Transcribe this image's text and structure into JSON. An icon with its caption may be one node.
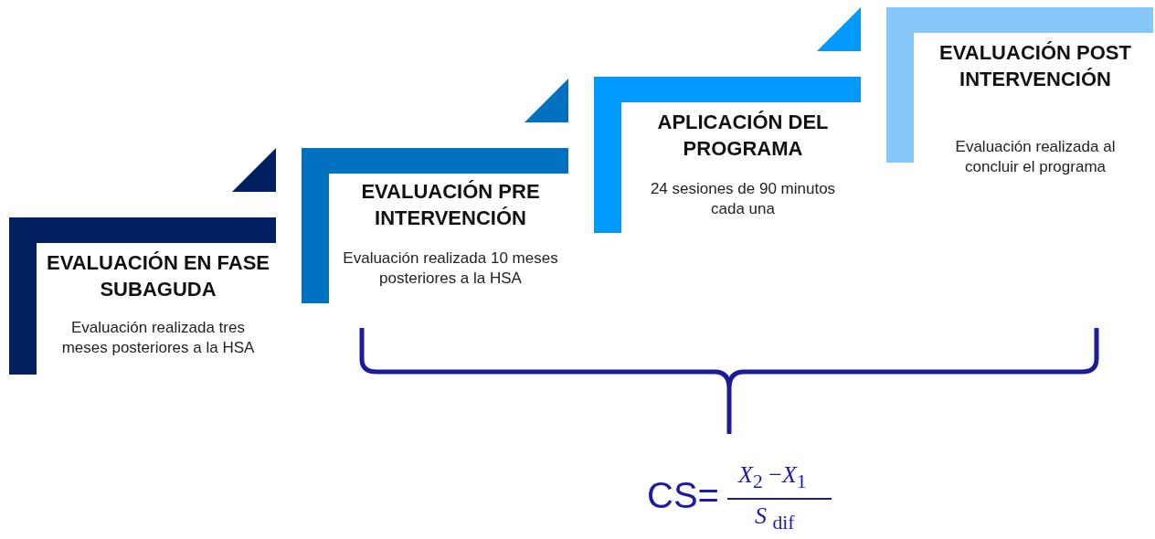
{
  "diagram": {
    "nodes": [
      {
        "text": [
          "EVALUACIÓN EN FASE SUBAGUDA",
          "Evaluación realizada tres meses posteriores a la HSA"
        ]
      },
      {
        "text": [
          "EVALUACIÓN PRE INTERVENCIÓN",
          "Evaluación realizada 10 meses posteriores a la HSA"
        ]
      },
      {
        "text": [
          "APLICACIÓN DEL PROGRAMA",
          "24 sesiones de 90 minutos cada una"
        ]
      },
      {
        "text": [
          "EVALUACIÓN POST INTERVENCIÓN",
          "Evaluación realizada al concluir el programa"
        ]
      }
    ],
    "edges": [],
    "labels": [
      "CS=",
      "*X*$_{2}$ −*X*$_{1}$",
      "*S* $_{dif}$"
    ]
  }
}
